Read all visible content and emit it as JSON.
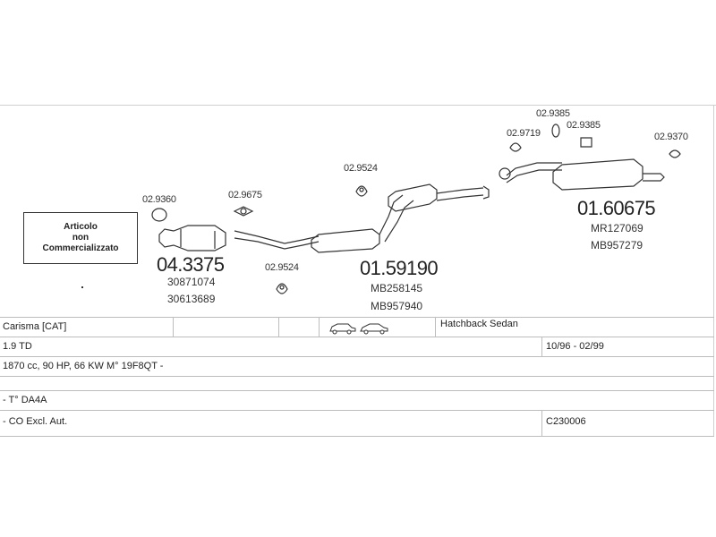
{
  "note_box": {
    "lines": [
      "Articolo",
      "non",
      "Commercializzato"
    ]
  },
  "parts": [
    {
      "code": "02.9360"
    },
    {
      "code": "02.9675"
    },
    {
      "code": "02.9524"
    },
    {
      "code": "02.9524"
    },
    {
      "code": "02.9719"
    },
    {
      "code": "02.9385"
    },
    {
      "code": "02.9385"
    },
    {
      "code": "02.9370"
    }
  ],
  "assemblies": [
    {
      "code": "04.3375",
      "refs": [
        "30871074",
        "30613689"
      ]
    },
    {
      "code": "01.59190",
      "refs": [
        "MB258145",
        "MB957940"
      ]
    },
    {
      "code": "01.60675",
      "refs": [
        "MR127069",
        "MB957279"
      ]
    }
  ],
  "vehicle": {
    "model": "Carisma  [CAT]",
    "body": "Hatchback Sedan",
    "engine": "1.9 TD",
    "years": "10/96 - 02/99",
    "specs": "1870 cc, 90 HP, 66 KW M° 19F8QT -",
    "engine_code": "- T° DA4A",
    "note": "- CO Excl. Aut.",
    "catalog_code": "C230006"
  },
  "icons": [
    "car-hatchback-icon",
    "car-sedan-icon"
  ],
  "colors": {
    "line": "#333333",
    "grid": "#bdbdbd"
  }
}
